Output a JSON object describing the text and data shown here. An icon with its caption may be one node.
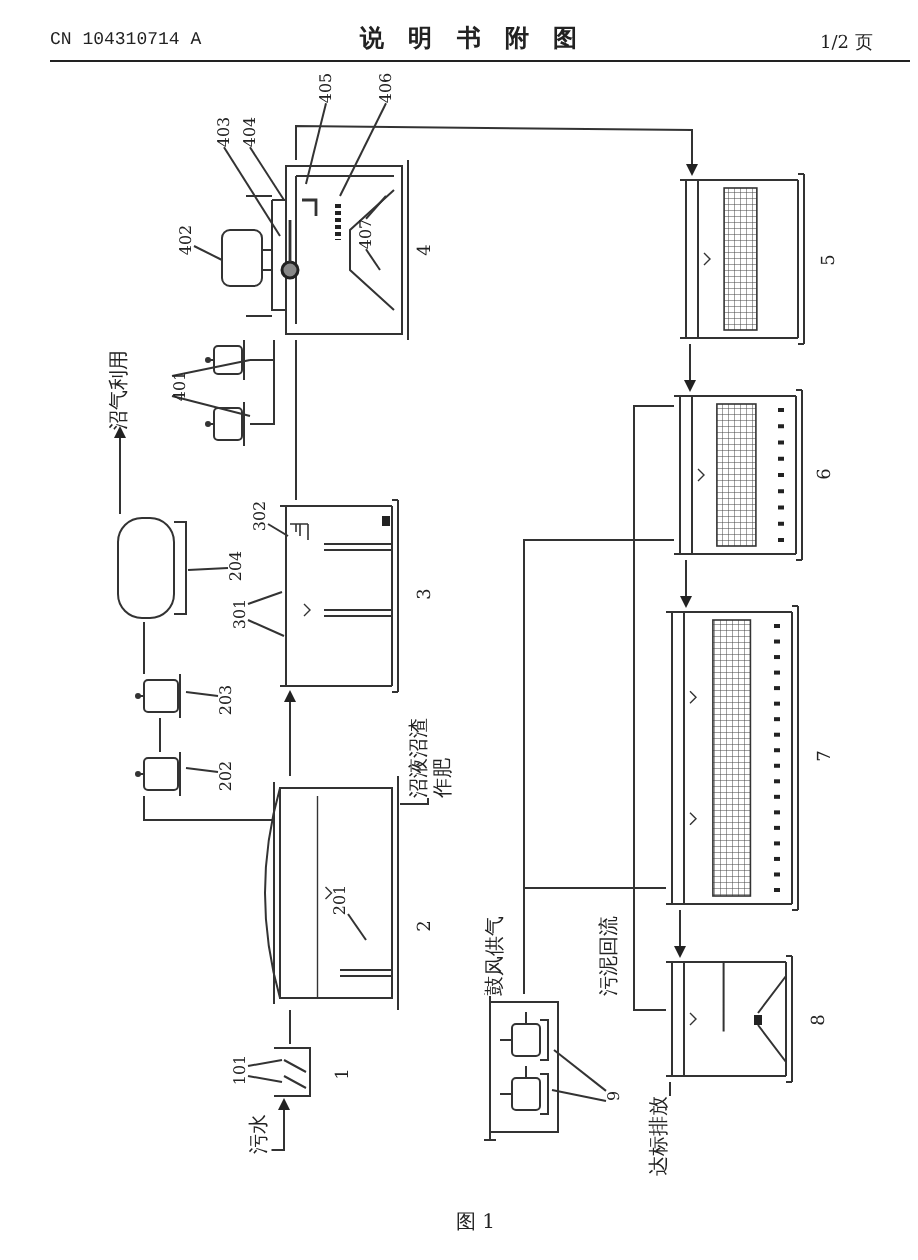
{
  "diagram": {
    "title": "说 明 书 附 图",
    "caption": "图 1",
    "nodes": [
      {
        "text": [
          "污水"
        ]
      },
      {
        "text": [],
        "shape": "picture",
        "beside": [
          "1"
        ]
      },
      {
        "text": [
          "101"
        ]
      },
      {
        "text": [],
        "shape": "picture",
        "beside": [
          "2"
        ]
      },
      {
        "text": [
          "201"
        ],
        "in": 3
      },
      {
        "text": [],
        "shape": "box"
      },
      {
        "text": [
          "202"
        ]
      },
      {
        "text": [],
        "shape": "box"
      },
      {
        "text": [
          "203"
        ]
      },
      {
        "text": [],
        "shape": "cylinder"
      },
      {
        "text": [
          "204"
        ]
      },
      {
        "text": [
          "沼气利用"
        ]
      },
      {
        "text": [
          "沼液沼渣作肥"
        ]
      },
      {
        "text": [],
        "shape": "picture",
        "beside": [
          "3"
        ]
      },
      {
        "text": [
          "301"
        ]
      },
      {
        "text": [
          "302"
        ]
      },
      {
        "text": [],
        "shape": "box"
      },
      {
        "text": [],
        "shape": "box"
      },
      {
        "text": [
          "401"
        ]
      },
      {
        "text": [],
        "shape": "picture",
        "beside": [
          "4"
        ]
      },
      {
        "text": [
          "402"
        ]
      },
      {
        "text": [
          "403"
        ]
      },
      {
        "text": [
          "404"
        ]
      },
      {
        "text": [
          "405"
        ]
      },
      {
        "text": [
          "406"
        ]
      },
      {
        "text": [
          "407"
        ],
        "in": 19
      },
      {
        "text": [],
        "shape": "picture",
        "beside": [
          "5"
        ]
      },
      {
        "text": [],
        "shape": "picture",
        "beside": [
          "6"
        ]
      },
      {
        "text": [],
        "shape": "picture",
        "beside": [
          "7"
        ]
      },
      {
        "text": [],
        "shape": "picture",
        "beside": [
          "8"
        ]
      },
      {
        "text": [],
        "shape": "picture"
      },
      {
        "text": [
          "9"
        ]
      },
      {
        "text": [
          "达标排放"
        ]
      }
    ],
    "edges": [
      {
        "from": 0,
        "to": 1,
        "arrow": "to"
      },
      {
        "from": 1,
        "to": 3,
        "arrow": "none"
      },
      {
        "from": 3,
        "to": 5,
        "arrow": "none"
      },
      {
        "from": 5,
        "to": 7,
        "arrow": "none"
      },
      {
        "from": 7,
        "to": 9,
        "arrow": "none"
      },
      {
        "from": 9,
        "to": 11,
        "arrow": "to"
      },
      {
        "from": 3,
        "to": 12,
        "arrow": "none"
      },
      {
        "from": 3,
        "to": 13,
        "arrow": "to"
      },
      {
        "from": 13,
        "to": 19,
        "arrow": "none"
      },
      {
        "from": 16,
        "to": 19,
        "arrow": "none"
      },
      {
        "from": 17,
        "to": 19,
        "arrow": "none"
      },
      {
        "from": 19,
        "to": 26,
        "arrow": "to"
      },
      {
        "from": 26,
        "to": 27,
        "arrow": "to"
      },
      {
        "from": 27,
        "to": 28,
        "arrow": "to"
      },
      {
        "from": 28,
        "to": 29,
        "arrow": "to"
      },
      {
        "from": 29,
        "to": 32,
        "arrow": "none"
      },
      {
        "from": 30,
        "to": 27,
        "arrow": "none",
        "label": "鼓风供气"
      },
      {
        "from": 30,
        "to": 28,
        "arrow": "none"
      },
      {
        "from": 29,
        "to": 27,
        "arrow": "none",
        "label": "污泥回流"
      },
      {
        "from": 2,
        "to": 1,
        "arrow": "none"
      },
      {
        "from": 2,
        "to": 1,
        "arrow": "none"
      },
      {
        "from": 4,
        "to": 3,
        "arrow": "none"
      },
      {
        "from": 6,
        "to": 5,
        "arrow": "none"
      },
      {
        "from": 8,
        "to": 7,
        "arrow": "none"
      },
      {
        "from": 10,
        "to": 9,
        "arrow": "none"
      },
      {
        "from": 14,
        "to": 13,
        "arrow": "none"
      },
      {
        "from": 14,
        "to": 13,
        "arrow": "none"
      },
      {
        "from": 15,
        "to": 13,
        "arrow": "none"
      },
      {
        "from": 18,
        "to": 16,
        "arrow": "none"
      },
      {
        "from": 18,
        "to": 17,
        "arrow": "none"
      },
      {
        "from": 20,
        "to": 19,
        "arrow": "none"
      },
      {
        "from": 21,
        "to": 19,
        "arrow": "none"
      },
      {
        "from": 22,
        "to": 19,
        "arrow": "none"
      },
      {
        "from": 23,
        "to": 19,
        "arrow": "none"
      },
      {
        "from": 24,
        "to": 19,
        "arrow": "none"
      },
      {
        "from": 25,
        "to": 19,
        "arrow": "none"
      },
      {
        "from": 25,
        "to": 19,
        "arrow": "none"
      },
      {
        "from": 31,
        "to": 30,
        "arrow": "none"
      },
      {
        "from": 31,
        "to": 30,
        "arrow": "none"
      }
    ],
    "labels": [
      "CN 104310714 A",
      "1/2 页"
    ]
  }
}
